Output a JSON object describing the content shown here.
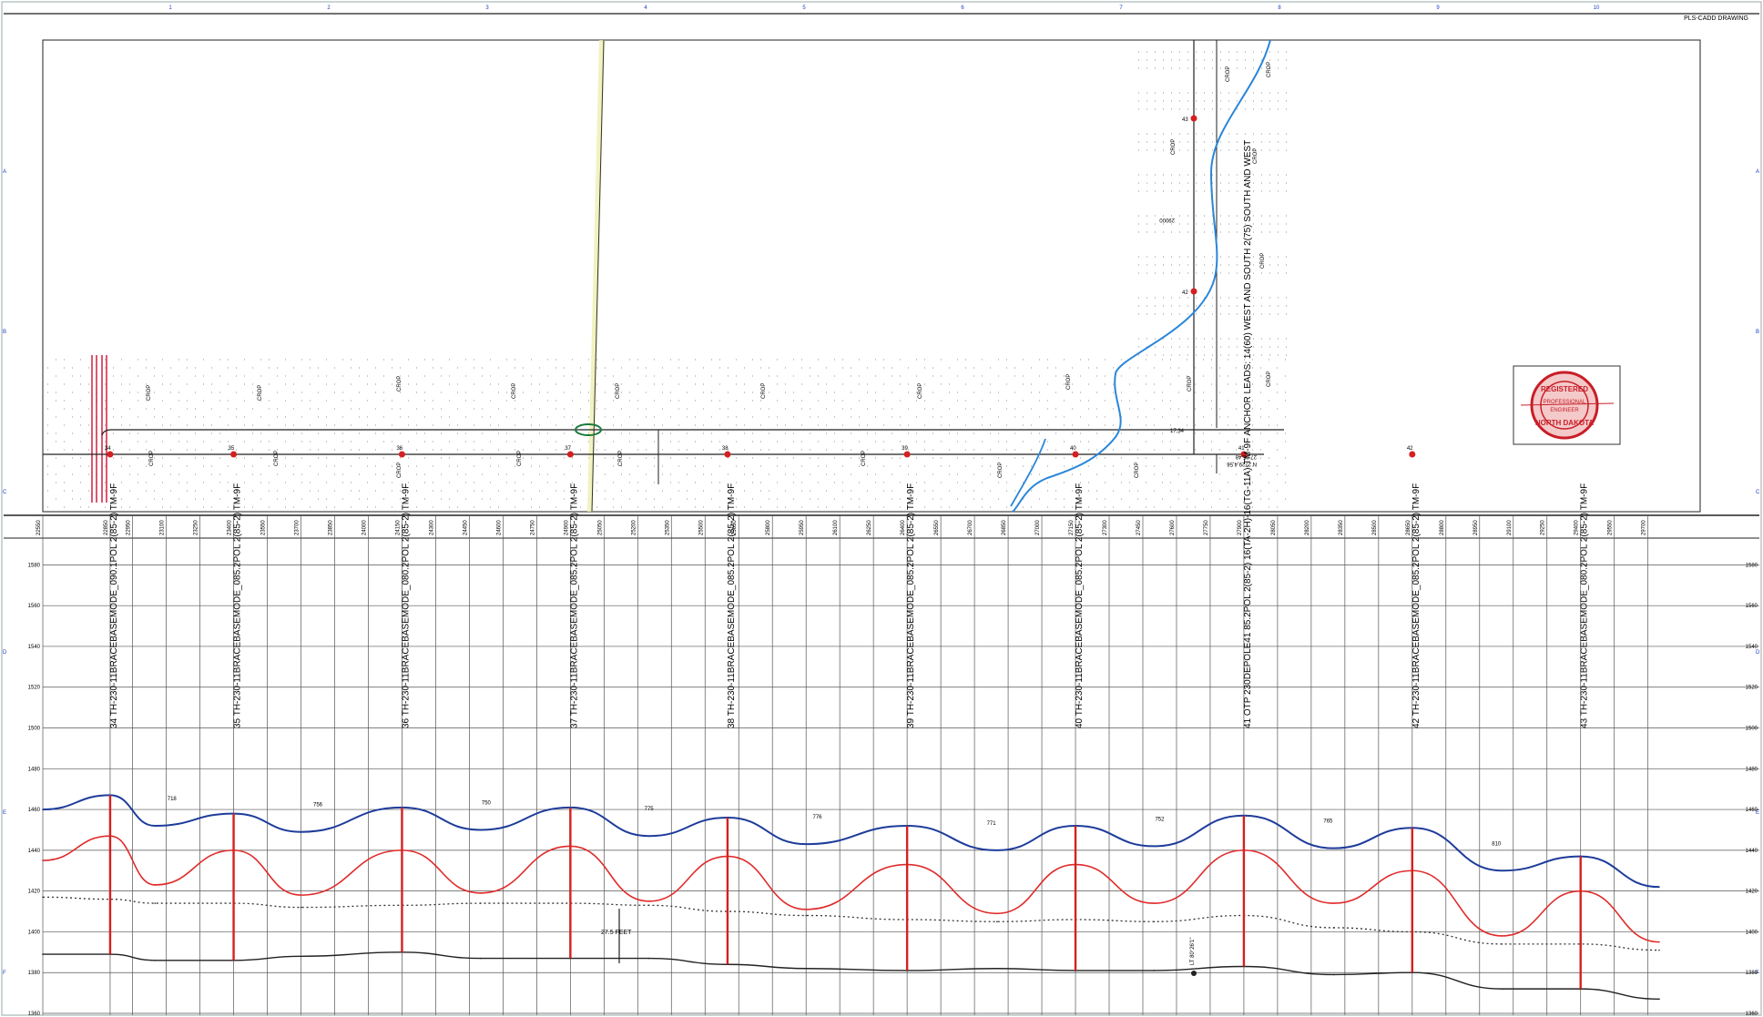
{
  "sheet": {
    "title_tag": "PLS-CADD DRAWING",
    "col_numbers": [
      "1",
      "2",
      "3",
      "4",
      "5",
      "6",
      "7",
      "8",
      "9",
      "10"
    ],
    "row_letters": [
      "A",
      "B",
      "C",
      "D",
      "E",
      "F"
    ]
  },
  "plan": {
    "ground_label": "CROP",
    "structures": [
      {
        "num": "34",
        "station": "22850",
        "elev": "1389"
      },
      {
        "num": "35",
        "station": "23400",
        "elev": "1386"
      },
      {
        "num": "36",
        "station": "24150",
        "elev": "1390"
      },
      {
        "num": "37",
        "station": "24900",
        "elev": "1387"
      },
      {
        "num": "38",
        "station": "25600",
        "elev": "1384"
      },
      {
        "num": "39",
        "station": "26400",
        "elev": "1381"
      },
      {
        "num": "40",
        "station": "27150",
        "elev": "1381"
      },
      {
        "num": "41",
        "station": "27900",
        "elev": "1383"
      },
      {
        "num": "42",
        "station": "28650",
        "elev": "1380"
      },
      {
        "num": "43",
        "station": "29400",
        "elev": "1372"
      }
    ],
    "annotations": [
      "29000",
      "27,05,48",
      "N 2729,4,56",
      "17,34"
    ],
    "seal_lines": [
      "REGISTERED",
      "PROFESSIONAL",
      "ENGINEER",
      "NORTH DAKOTA"
    ]
  },
  "profile": {
    "station_ticks": [
      "22550",
      "22850",
      "22950",
      "23100",
      "23250",
      "23400",
      "23550",
      "23700",
      "23850",
      "24000",
      "24150",
      "24300",
      "24450",
      "24600",
      "24750",
      "24900",
      "25050",
      "25200",
      "25350",
      "25500",
      "25650",
      "25800",
      "25950",
      "26100",
      "26250",
      "26400",
      "26550",
      "26700",
      "26850",
      "27000",
      "27150",
      "27300",
      "27450",
      "27600",
      "27750",
      "27900",
      "28050",
      "28200",
      "28350",
      "28500",
      "28650",
      "28800",
      "28950",
      "29100",
      "29250",
      "29400",
      "29550",
      "29700"
    ],
    "elevation_ticks": [
      "1580",
      "1560",
      "1540",
      "1520",
      "1500",
      "1480",
      "1460",
      "1440",
      "1420",
      "1400",
      "1380",
      "1360"
    ],
    "pole_labels": [
      "34 TH-230-11BRACEBASEMODE_090.1POL 2(85-2) TM-9F",
      "35 TH-230-11BRACEBASEMODE_085.2POL 2(85-2) TM-9F",
      "36 TH-230-11BRACEBASEMODE_080.2POL 2(85-2) TM-9F",
      "37 TH-230-11BRACEBASEMODE_085.2POL 2(85-2) TM-9F",
      "38 TH-230-11BRACEBASEMODE_085.2POL 2(85-2) TM-9F",
      "39 TH-230-11BRACEBASEMODE_085.2POL 2(85-2) TM-9F",
      "40 TH-230-11BRACEBASEMODE_085.2POL 2(85-2) TM-9F",
      "41 OTP 230DEPOLE41 85.2POL 2(85-2) 16(TA-2H)-16(TG-11A)-TM-9F ANCHOR LEADS: 14(60) WEST AND SOUTH 2(75) SOUTH AND WEST",
      "42 TH-230-11BRACEBASEMODE_085.2POL 2(85-2) TM-9F",
      "43 TH-230-11BRACEBASEMODE_080.2POL 2(85-2) TM-9F"
    ],
    "span_lengths": [
      "718",
      "756",
      "750",
      "775",
      "776",
      "771",
      "752",
      "765",
      "810"
    ],
    "clearance_note": "27.5 FEET",
    "angle_note": "LT 80°26'1\""
  },
  "chart_data": {
    "type": "line",
    "title": "",
    "xlabel": "",
    "ylabel": "",
    "ylim": [
      1360,
      1590
    ],
    "x": [
      22550,
      22850,
      23050,
      23400,
      23700,
      24150,
      24500,
      24900,
      25250,
      25600,
      25950,
      26400,
      26800,
      27150,
      27500,
      27900,
      28300,
      28650,
      29050,
      29400,
      29750
    ],
    "series": [
      {
        "values": [
          1460,
          1467,
          1452,
          1458,
          1449,
          1461,
          1450,
          1461,
          1447,
          1456,
          1443,
          1452,
          1440,
          1452,
          1442,
          1457,
          1441,
          1451,
          1430,
          1437,
          1422
        ]
      },
      {
        "values": [
          1435,
          1447,
          1423,
          1440,
          1418,
          1440,
          1419,
          1442,
          1415,
          1437,
          1411,
          1433,
          1409,
          1433,
          1414,
          1440,
          1414,
          1430,
          1398,
          1420,
          1395
        ]
      },
      {
        "values": [
          1417,
          1416,
          1414,
          1414,
          1412,
          1413,
          1414,
          1414,
          1413,
          1410,
          1408,
          1406,
          1405,
          1406,
          1405,
          1408,
          1402,
          1400,
          1394,
          1394,
          1391
        ]
      },
      {
        "values": [
          1389,
          1389,
          1386,
          1386,
          1388,
          1390,
          1387,
          1387,
          1387,
          1384,
          1382,
          1381,
          1382,
          1381,
          1381,
          1383,
          1379,
          1380,
          1372,
          1372,
          1367
        ]
      }
    ]
  }
}
